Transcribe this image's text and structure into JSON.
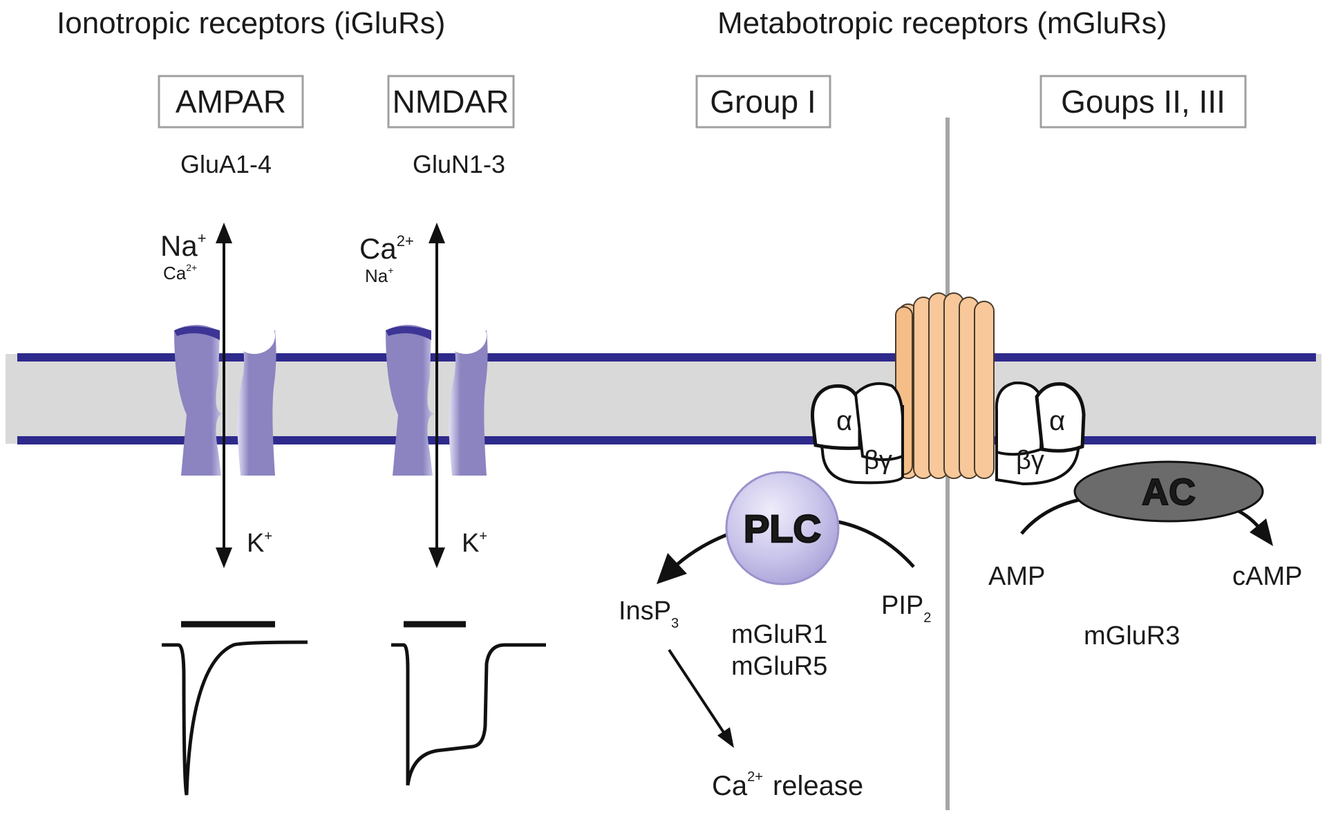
{
  "headers": {
    "ionotropic": "Ionotropic receptors (iGluRs)",
    "metabotropic": "Metabotropic receptors (mGluRs)"
  },
  "boxes": {
    "ampar": "AMPAR",
    "nmdar": "NMDAR",
    "group1": "Group I",
    "groups23": "Goups II, III"
  },
  "subunits": {
    "ampar": "GluA1-4",
    "nmdar": "GluN1-3"
  },
  "ions": {
    "ampar_main": "Na",
    "ampar_main_sup": "+",
    "ampar_minor": "Ca",
    "ampar_minor_sup": "2+",
    "ampar_out": "K",
    "ampar_out_sup": "+",
    "nmdar_main": "Ca",
    "nmdar_main_sup": "2+",
    "nmdar_minor": "Na",
    "nmdar_minor_sup": "+",
    "nmdar_out": "K",
    "nmdar_out_sup": "+"
  },
  "gprotein": {
    "alpha": "α",
    "betagamma": "βγ"
  },
  "enzymes": {
    "plc": "PLC",
    "ac": "AC"
  },
  "group1_pathway": {
    "substrate": "PIP",
    "substrate_sub": "2",
    "product": "InsP",
    "product_sub": "3",
    "receptor_1": "mGluR1",
    "receptor_2": "mGluR5",
    "release_ion": "Ca",
    "release_sup": "2+",
    "release_word": "release"
  },
  "group23_pathway": {
    "substrate": "AMP",
    "product": "cAMP",
    "receptor": "mGluR3"
  },
  "colors": {
    "membrane_line": "#2e2a8c",
    "membrane_fill": "#d9d9d9",
    "channel": "#8b84c0",
    "channel_dark": "#3d3595",
    "receptor": "#f8c89a",
    "plc": "#c9c4ea",
    "ac": "#6b6b6b",
    "divider": "#a6a6a6"
  }
}
